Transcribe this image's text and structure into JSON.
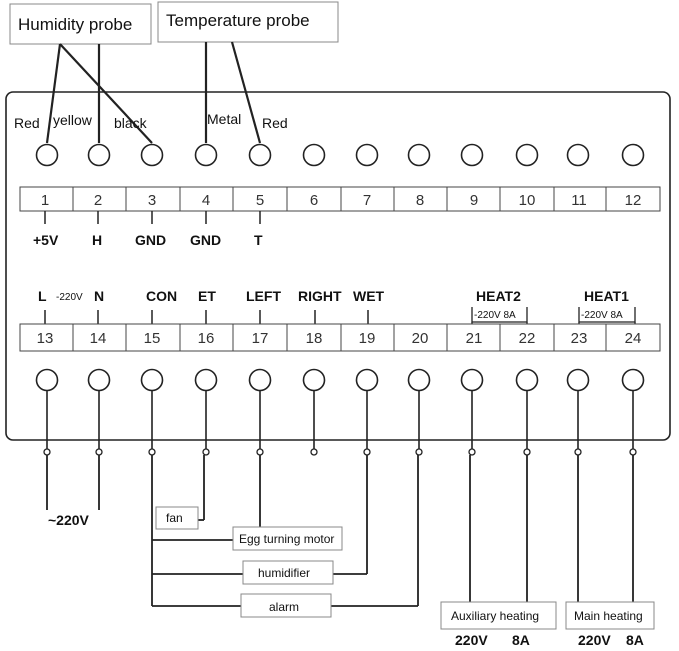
{
  "probes": {
    "humidity": "Humidity probe",
    "temperature": "Temperature probe"
  },
  "wire_colors": [
    "Red",
    "yellow",
    "black",
    "Metal",
    "Red"
  ],
  "top_terminals": [
    "1",
    "2",
    "3",
    "4",
    "5",
    "6",
    "7",
    "8",
    "9",
    "10",
    "11",
    "12"
  ],
  "top_signals": [
    "+5V",
    "H",
    "GND",
    "GND",
    "T"
  ],
  "bottom_terminals": [
    "13",
    "14",
    "15",
    "16",
    "17",
    "18",
    "19",
    "20",
    "21",
    "22",
    "23",
    "24"
  ],
  "bottom_signals": {
    "l": "L",
    "v220": "-220V",
    "n": "N",
    "con": "CON",
    "et": "ET",
    "left": "LEFT",
    "right": "RIGHT",
    "wet": "WET",
    "heat2": "HEAT2",
    "heat2_rating": "-220V 8A",
    "heat1": "HEAT1",
    "heat1_rating": "-220V 8A"
  },
  "supply": "~220V",
  "loads": {
    "fan": "fan",
    "motor": "Egg turning motor",
    "humidifier": "humidifier",
    "alarm": "alarm",
    "aux_heating": "Auxiliary heating",
    "main_heating": "Main heating"
  },
  "ratings": {
    "aux_v": "220V",
    "aux_a": "8A",
    "main_v": "220V",
    "main_a": "8A"
  }
}
